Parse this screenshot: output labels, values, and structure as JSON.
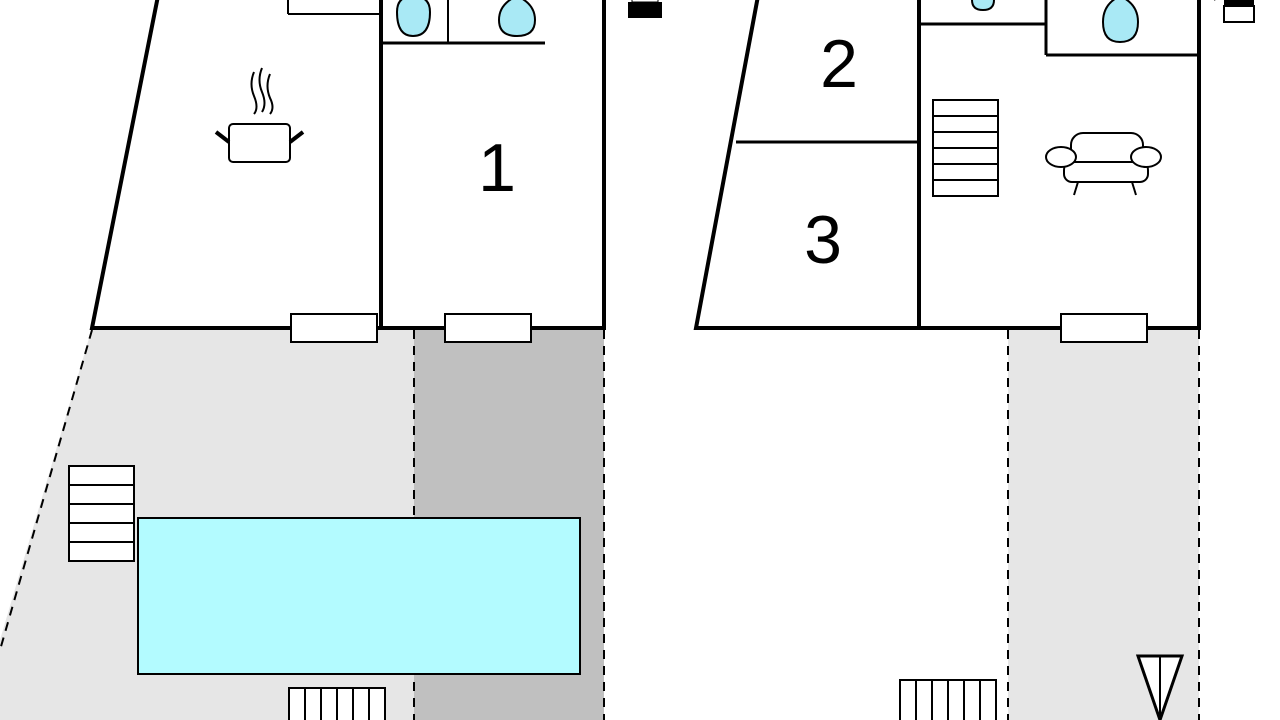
{
  "colors": {
    "background": "#ffffff",
    "terrace": "#e6e6e6",
    "terrace_dark": "#c0c0c0",
    "pool": "#b3fbff",
    "water": "#a9e9f5",
    "line": "#000000"
  },
  "rooms": {
    "room1": "1",
    "room2": "2",
    "room3": "3"
  },
  "icons": [
    "cooking-pot-icon",
    "armchair-icon",
    "toilet-icon",
    "sink-icon",
    "staircase-icon",
    "pool-ladder-icon",
    "parasol-icon"
  ]
}
